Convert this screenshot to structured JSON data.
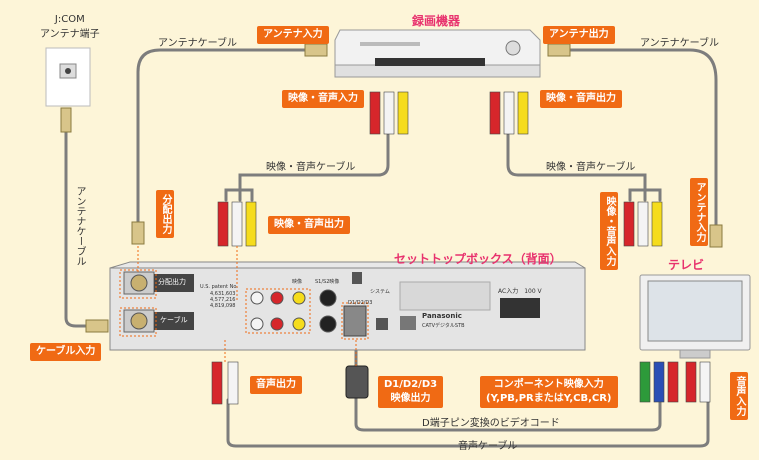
{
  "wall_outlet": {
    "line1": "J:COM",
    "line2": "アンテナ端子"
  },
  "recorder": {
    "title": "録画機器"
  },
  "stb": {
    "title": "セットトップボックス（背面）",
    "port_split": "分配出力",
    "port_cable": "ケーブル",
    "patent": "U.S. patent No.",
    "patent1": "4,631,603",
    "patent2": "4,577,216",
    "patent3": "4,819,098",
    "maker": "Panasonic",
    "model": "CATVデジタルSTB",
    "power": "AC入力　100 V",
    "system": "システム",
    "d": "D1/D2/D3",
    "video": "映像",
    "s": "S1/S2映像"
  },
  "tv": {
    "title": "テレビ"
  },
  "labels": {
    "antenna_cable_top_left": "アンテナケーブル",
    "antenna_cable_top_right": "アンテナケーブル",
    "antenna_cable_vertical": "アンテナケーブル",
    "av_cable_left": "映像・音声ケーブル",
    "av_cable_right": "映像・音声ケーブル",
    "d_cable": "D端子ピン変換のビデオコード",
    "audio_cable": "音声ケーブル"
  },
  "tags": {
    "antenna_in": "アンテナ入力",
    "antenna_out": "アンテナ出力",
    "av_in_recorder": "映像・音声入力",
    "av_out_recorder": "映像・音声出力",
    "split_out": "分配出力",
    "av_out_stb": "映像・音声出力",
    "cable_in": "ケーブル入力",
    "audio_out": "音声出力",
    "d_out_line1": "D1/D2/D3",
    "d_out_line2": "映像出力",
    "component_line1": "コンポーネント映像入力",
    "component_line2": "(Y,PB,PRまたはY,CB,CR)",
    "tv_av_in": "映像・音声入力",
    "tv_antenna_in": "アンテナ入力",
    "tv_audio_in": "音声入力"
  },
  "colors": {
    "accent": "#f06a14",
    "title": "#e8326e",
    "background": "#fdf5d8"
  }
}
